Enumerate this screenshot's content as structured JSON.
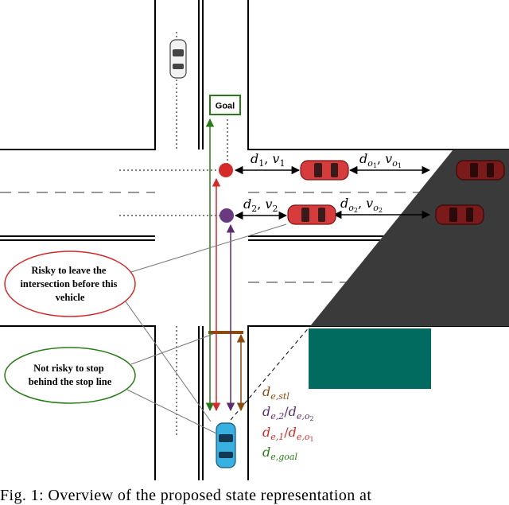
{
  "goal_label": "Goal",
  "risk_labels": {
    "risky": [
      "Risky to leave the",
      "intersection before this",
      "vehicle"
    ],
    "not_risky": [
      "Not risky to stop",
      "behind the stop line"
    ]
  },
  "distance_labels": {
    "d1v1": {
      "d": "d",
      "d_sub": "1",
      "v": "v",
      "v_sub": "1"
    },
    "d2v2": {
      "d": "d",
      "d_sub": "2",
      "v": "v",
      "v_sub": "2"
    },
    "do1vo1": {
      "d": "d",
      "d_sub": "o",
      "d_subsub": "1",
      "v": "v",
      "v_sub": "o",
      "v_subsub": "1"
    },
    "do2vo2": {
      "d": "d",
      "d_sub": "o",
      "d_subsub": "2",
      "v": "v",
      "v_sub": "o",
      "v_subsub": "2"
    }
  },
  "legend": [
    {
      "key": "stl",
      "base": "d",
      "sub": "e,stl",
      "color": "#8a4b10"
    },
    {
      "key": "e2",
      "base": "d",
      "sub": "e,2",
      "slash": "/",
      "base2": "d",
      "sub2": "e,o",
      "sub2b": "2",
      "color": "#5c2d6e"
    },
    {
      "key": "e1",
      "base": "d",
      "sub": "e,1",
      "slash": "/",
      "base2": "d",
      "sub2": "e,o",
      "sub2b": "1",
      "color": "#d42a2a"
    },
    {
      "key": "goal",
      "base": "d",
      "sub": "e,goal",
      "color": "#2a7a1a"
    }
  ],
  "colors": {
    "goal_green": "#2a7a1a",
    "conflict_red": "#d42a2a",
    "conflict_purple": "#6a3a80",
    "stopline_brown": "#8a4b10",
    "occlusion": "#3a3a3a",
    "building": "#006b5e",
    "ego_car": "#3ab0e0",
    "other_car": "#d63c3c",
    "dark_car": "#7a1a1a"
  },
  "caption": "Fig.  1:  Overview  of  the  proposed  state  representation  at"
}
